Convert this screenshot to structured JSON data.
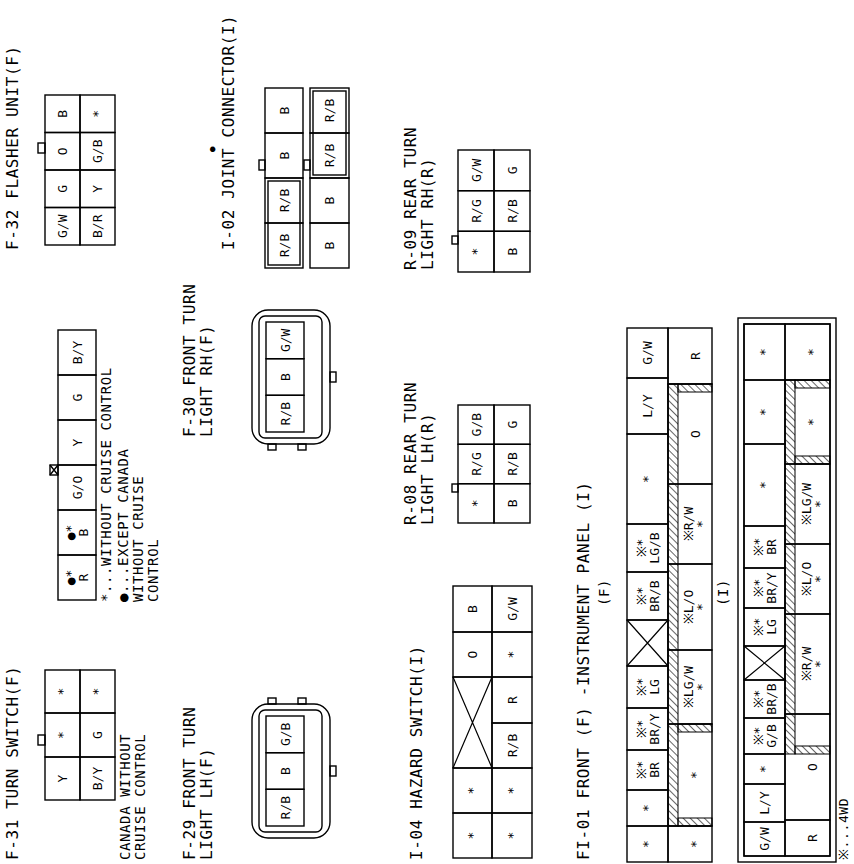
{
  "diagram": {
    "nodes": [
      {
        "text": [
          "F-31 TURN SWITCH(F)"
        ]
      },
      {
        "text": [
          "F-32 FLASHER UNIT(F)"
        ]
      },
      {
        "text": [
          "F-29 FRONT TURN LIGHT LH(F)"
        ]
      },
      {
        "text": [
          "F-30 FRONT TURN LIGHT RH(F)"
        ]
      },
      {
        "text": [
          "I-02 JOINT CONNECTOR(I)"
        ]
      },
      {
        "text": [
          "I-04 HAZARD SWITCH(I)"
        ]
      },
      {
        "text": [
          "R-08 REAR TURN LIGHT LH(R)"
        ]
      },
      {
        "text": [
          "R-09 REAR TURN LIGHT RH(R)"
        ]
      },
      {
        "text": [
          "FI-01 FRONT (F) -INSTRUMENT PANEL (I)"
        ]
      }
    ],
    "labels": [
      "Y",
      "*",
      "*",
      "B/Y",
      "G",
      "*",
      "CANADA WITHOUT CRUISE CONTROL",
      "●* R",
      "●* B",
      "G/O",
      "Y",
      "G",
      "B/Y",
      "*...WITHOUT CRUISE CONTROL",
      "●...EXCEPT CANADA WITHOUT CRUISE CONTROL",
      "G/W",
      "G",
      "O",
      "B",
      "B/R",
      "Y",
      "G/B",
      "*",
      "R/B",
      "B",
      "G/B",
      "R/B",
      "B",
      "G/W",
      "●",
      "R/B",
      "R/B",
      "B",
      "B",
      "B",
      "B",
      "R/B",
      "R/B",
      "*",
      "*",
      "O",
      "B",
      "*",
      "*",
      "R/B",
      "R",
      "*",
      "G/W",
      "*",
      "R/G",
      "G/B",
      "B",
      "R/B",
      "G",
      "*",
      "R/G",
      "G/W",
      "B",
      "R/B",
      "G",
      "(F)",
      "*",
      "*",
      "※* BR",
      "※* BR/Y",
      "※* LG",
      "※* BR/B",
      "※* LG/B",
      "*",
      "L/Y",
      "G/W",
      "*",
      "*",
      "※LG/W *",
      "※L/O *",
      "※R/W *",
      "O",
      "R",
      "(I)",
      "G/W",
      "L/Y",
      "*",
      "※* G/B",
      "※* BR/B",
      "※* LG",
      "※* BR/Y",
      "※* BR",
      "*",
      "*",
      "*",
      "R",
      "O",
      "※R/W *",
      "※L/O *",
      "※LG/W *",
      "*",
      "*",
      "※...4WD"
    ]
  }
}
